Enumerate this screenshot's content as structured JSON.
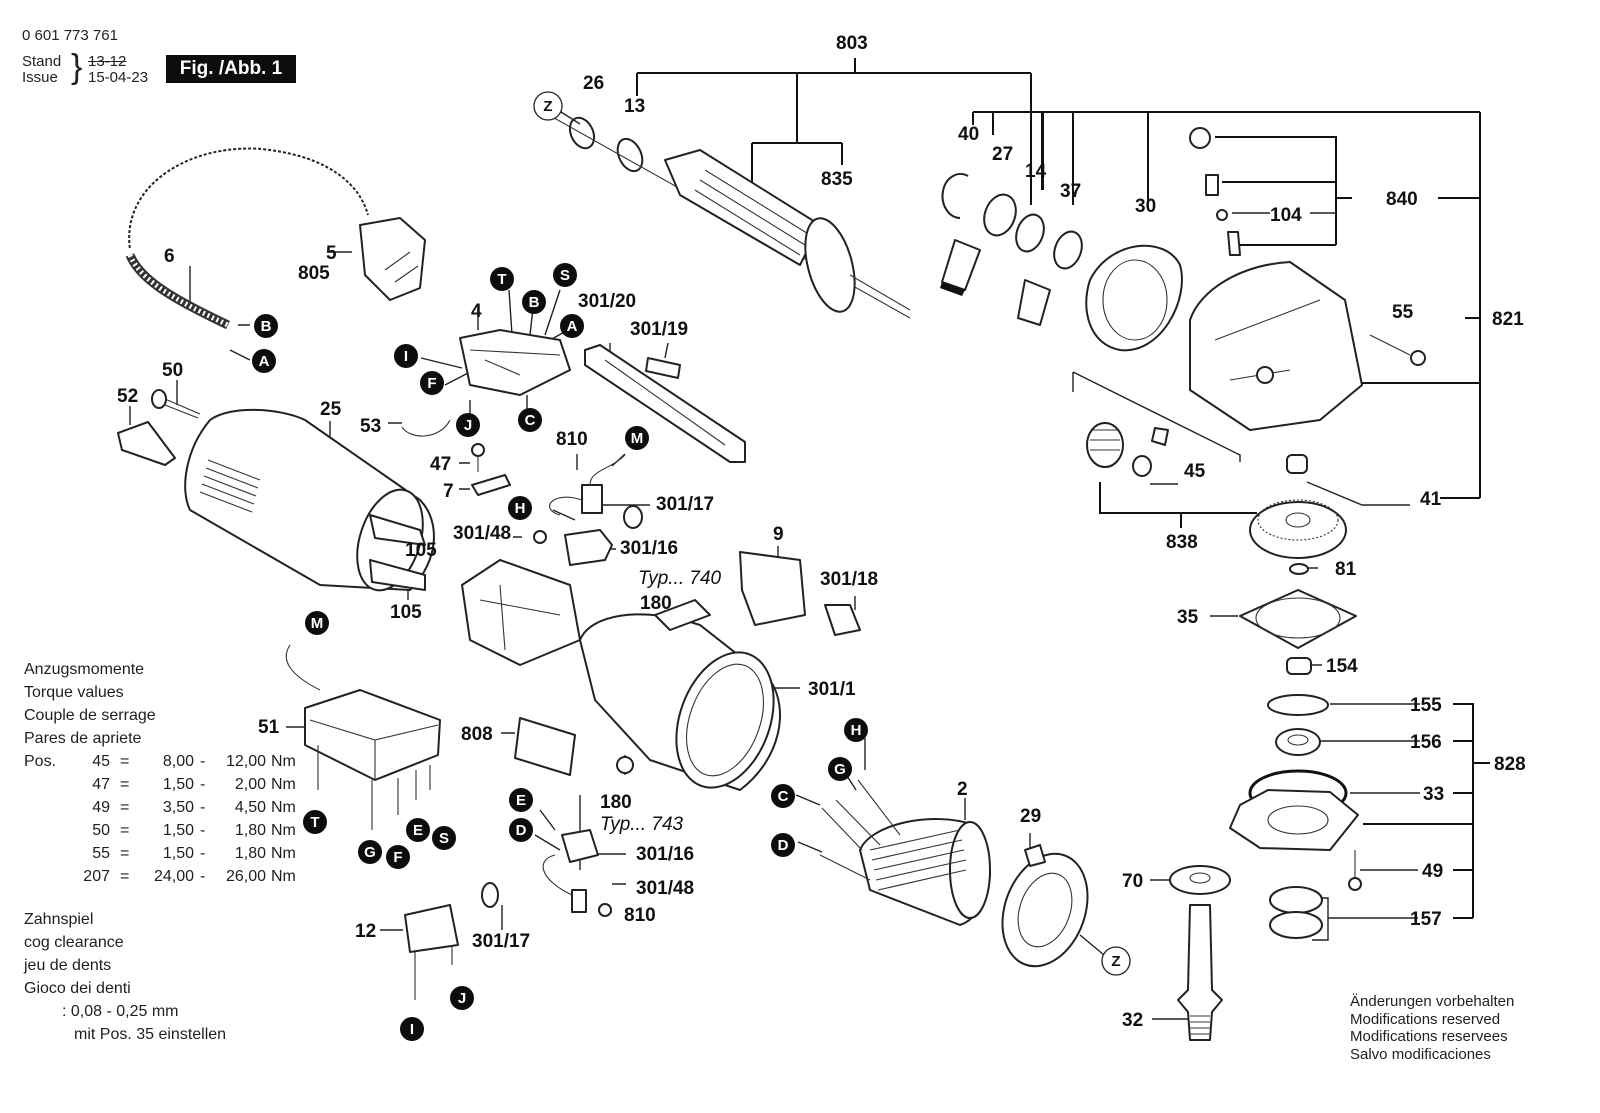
{
  "header": {
    "part_number": "0 601 773 761",
    "stand_label": "Stand",
    "issue_label": "Issue",
    "old_date": "13-12",
    "issue_date": "15-04-23",
    "figure_label": "Fig. /Abb. 1"
  },
  "torque": {
    "titles": [
      "Anzugsmomente",
      "Torque values",
      "Couple de serrage",
      "Pares de apriete"
    ],
    "prefix": "Pos.",
    "unit": "Nm",
    "rows": [
      {
        "pos": "45",
        "min": "8,00",
        "max": "12,00"
      },
      {
        "pos": "47",
        "min": "1,50",
        "max": "2,00"
      },
      {
        "pos": "49",
        "min": "3,50",
        "max": "4,50"
      },
      {
        "pos": "50",
        "min": "1,50",
        "max": "1,80"
      },
      {
        "pos": "55",
        "min": "1,50",
        "max": "1,80"
      },
      {
        "pos": "207",
        "min": "24,00",
        "max": "26,00"
      }
    ]
  },
  "cog_clearance": {
    "titles": [
      "Zahnspiel",
      "cog clearance",
      "jeu de dents",
      "Gioco dei denti"
    ],
    "value": ": 0,08 - 0,25 mm",
    "instruction": "mit Pos. 35 einstellen"
  },
  "modifications": [
    "Änderungen vorbehalten",
    "Modifications reserved",
    "Modifications reservees",
    "Salvo modificaciones"
  ],
  "part_labels": [
    "803",
    "26",
    "13",
    "835",
    "40",
    "27",
    "14",
    "37",
    "30",
    "840",
    "104",
    "821",
    "55",
    "6",
    "5",
    "805",
    "4",
    "301/20",
    "301/19",
    "50",
    "52",
    "25",
    "53",
    "47",
    "7",
    "810",
    "301/17",
    "301/48",
    "301/16",
    "105",
    "105",
    "9",
    "301/18",
    "180",
    "301/1",
    "808",
    "180",
    "301/16",
    "301/48",
    "810",
    "12",
    "301/17",
    "51",
    "2",
    "29",
    "45",
    "41",
    "838",
    "81",
    "35",
    "154",
    "155",
    "156",
    "828",
    "33",
    "49",
    "70",
    "157",
    "32"
  ],
  "type_labels": [
    "Typ... 740",
    "Typ... 743"
  ],
  "connectors": [
    "B",
    "A",
    "T",
    "B",
    "S",
    "A",
    "I",
    "F",
    "J",
    "C",
    "M",
    "H",
    "M",
    "T",
    "G",
    "F",
    "E",
    "S",
    "E",
    "D",
    "J",
    "I",
    "H",
    "G",
    "C",
    "D"
  ],
  "reference_marks": [
    "Z",
    "Z"
  ]
}
